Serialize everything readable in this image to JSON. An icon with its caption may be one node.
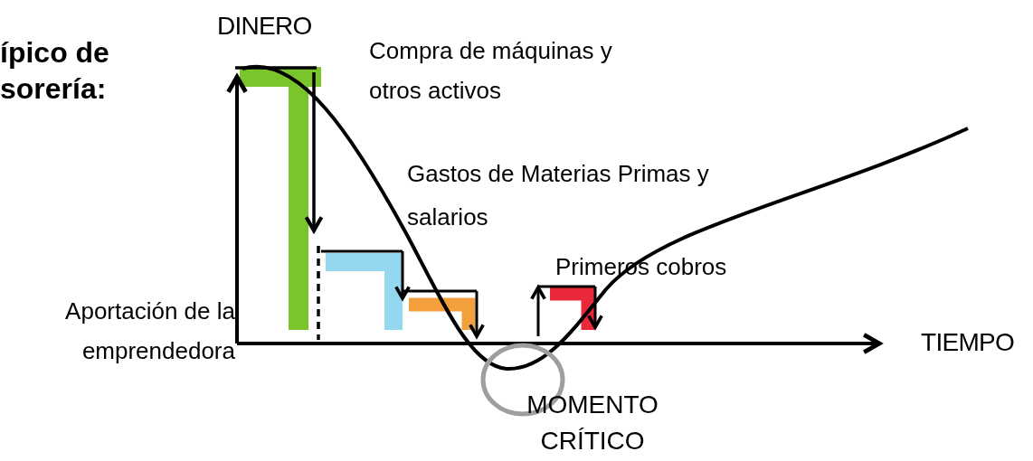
{
  "diagram": {
    "labels": [
      "ípico de sorería:",
      "DINERO",
      "Compra de máquinas y otros activos",
      "Gastos de Materias Primas y salarios",
      "Primeros cobros",
      "Aportación de la emprendedora",
      "TIEMPO",
      "MOMENTO CRÍTICO"
    ]
  }
}
